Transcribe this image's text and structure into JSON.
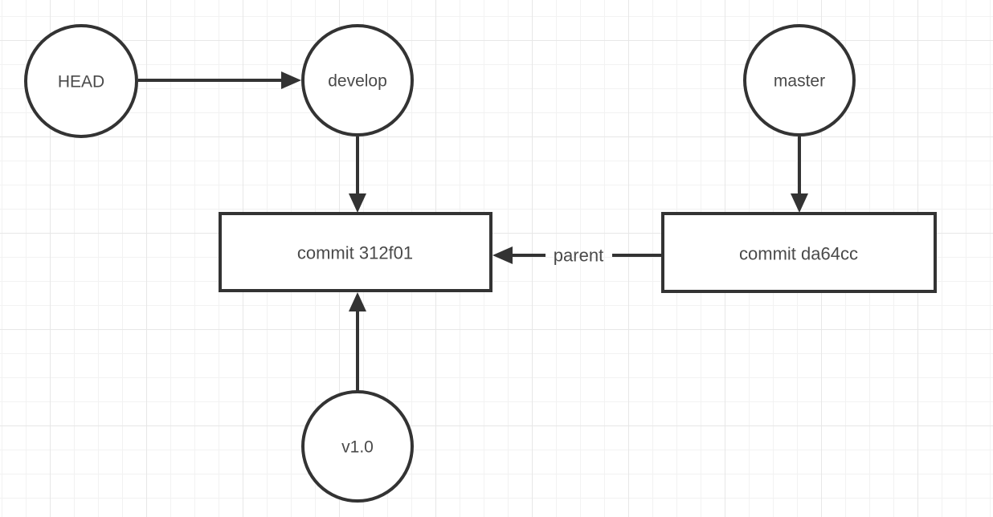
{
  "diagram": {
    "nodes": {
      "head": {
        "label": "HEAD",
        "shape": "circle"
      },
      "develop": {
        "label": "develop",
        "shape": "circle"
      },
      "master": {
        "label": "master",
        "shape": "circle"
      },
      "v1_0": {
        "label": "v1.0",
        "shape": "circle"
      },
      "commit_312f01": {
        "label": "commit 312f01",
        "shape": "rect"
      },
      "commit_da64cc": {
        "label": "commit da64cc",
        "shape": "rect"
      }
    },
    "edges": [
      {
        "from": "HEAD",
        "to": "develop",
        "label": ""
      },
      {
        "from": "develop",
        "to": "commit 312f01",
        "label": ""
      },
      {
        "from": "master",
        "to": "commit da64cc",
        "label": ""
      },
      {
        "from": "v1.0",
        "to": "commit 312f01",
        "label": ""
      },
      {
        "from": "commit da64cc",
        "to": "commit 312f01",
        "label": "parent"
      }
    ],
    "colors": {
      "stroke": "#333333",
      "text": "#4a4a4a",
      "background": "#ffffff",
      "grid_minor": "#f2f2f2",
      "grid_major": "#e7e7e7"
    }
  }
}
